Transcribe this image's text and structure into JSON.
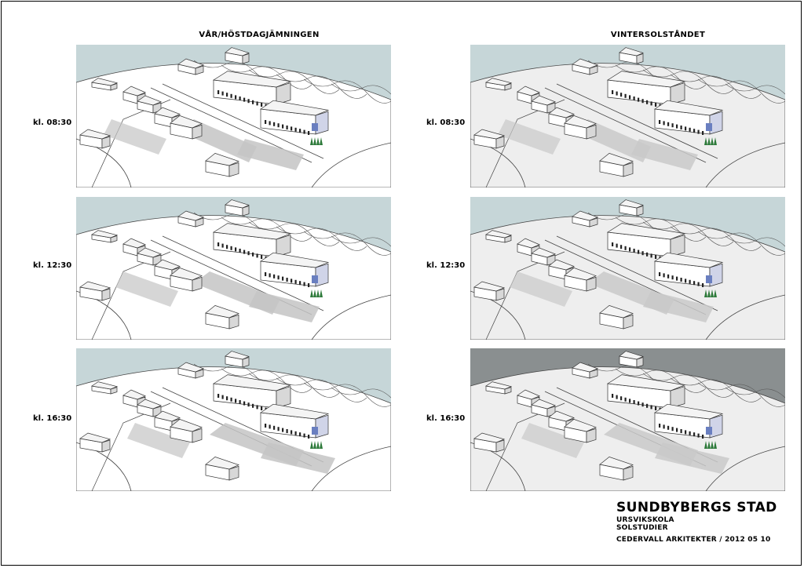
{
  "columns": [
    {
      "title": "VÅR/HÖSTDAGJÄMNINGEN",
      "sky": "#c6d6d8",
      "ground": "#ffffff",
      "shadow": "#c4c4c4"
    },
    {
      "title": "VINTERSOLSTÅNDET",
      "sky": "#c6d6d8",
      "ground": "#eeeeee",
      "shadow": "#c9c9c9"
    }
  ],
  "rows": [
    {
      "label": "kl. 08:30"
    },
    {
      "label": "kl. 12:30"
    },
    {
      "label": "kl. 16:30"
    }
  ],
  "titleblock": {
    "client": "SUNDBYBERGS STAD",
    "project": "URSVIKSKOLA",
    "subject": "SOLSTUDIER",
    "architect": "CEDERVALL ARKITEKTER / 2012 05 10"
  }
}
